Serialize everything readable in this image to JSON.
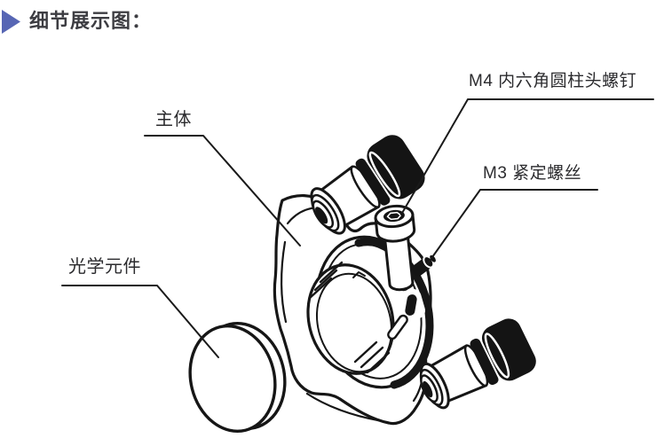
{
  "header": {
    "title": "细节展示图：",
    "accent_color": "#5766b4"
  },
  "diagram": {
    "stroke_color": "#161616",
    "labels": {
      "main_body": "主体",
      "optical_element": "光学元件",
      "m4_screw": "M4 内六角圆柱头螺钉",
      "m3_set_screw": "M3 紧定螺丝"
    }
  }
}
